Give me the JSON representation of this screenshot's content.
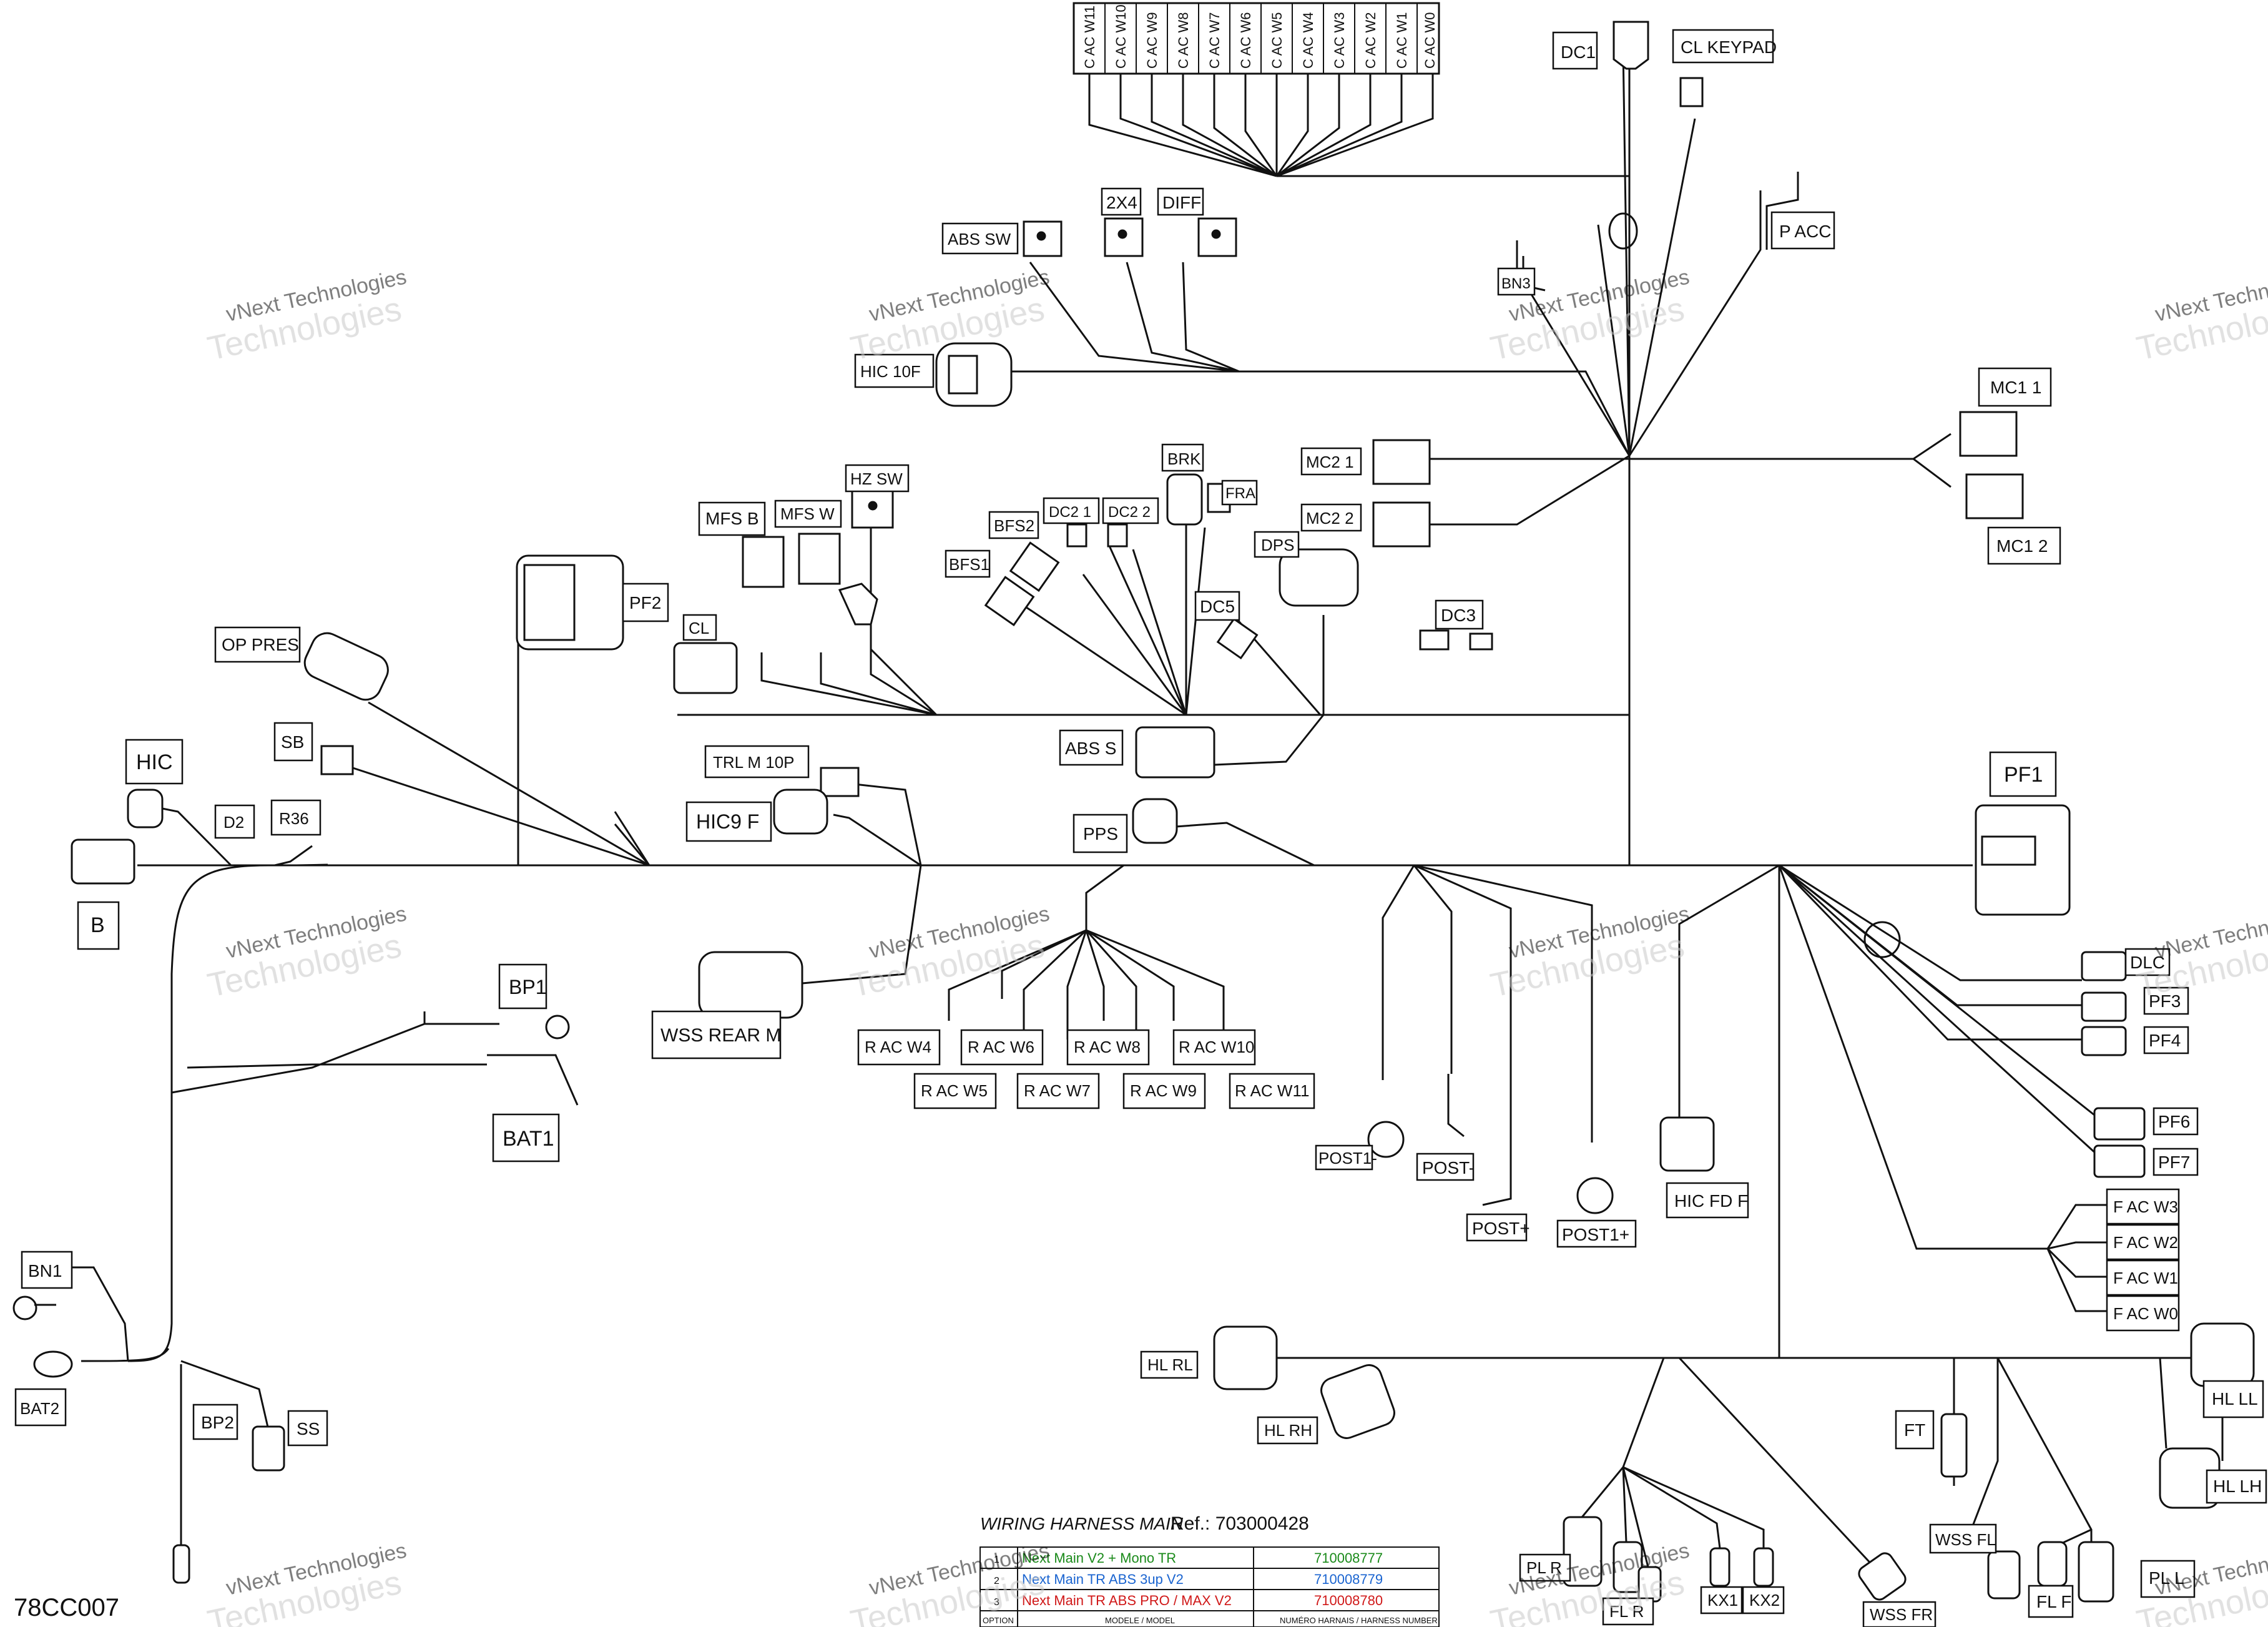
{
  "drawing_code": "78CC007",
  "watermark": {
    "line1": "vNext Technologies",
    "line2": "Technologies"
  },
  "title_block": {
    "title": "WIRING HARNESS  MAIN",
    "ref": "Ref.: 703000428",
    "rows": [
      {
        "option": "1",
        "model": "Next Main V2 + Mono TR",
        "number": "710008777",
        "color": "#1a8a1a"
      },
      {
        "option": "2",
        "model": "Next Main TR ABS 3up V2",
        "number": "710008779",
        "color": "#1a64d0"
      },
      {
        "option": "3",
        "model": "Next Main TR ABS PRO / MAX V2",
        "number": "710008780",
        "color": "#d01818"
      }
    ],
    "footer": {
      "option": "OPTION",
      "model": "MODELE / MODEL",
      "number": "NUMÉRO HARNAIS / HARNESS NUMBER"
    }
  },
  "c_ac_labels": [
    "C AC W11",
    "C AC W10",
    "C AC W9",
    "C AC W8",
    "C AC W7",
    "C AC W6",
    "C AC W5",
    "C AC W4",
    "C AC W3",
    "C AC W2",
    "C AC W1",
    "C AC W0"
  ],
  "r_ac_labels": [
    "R AC W4",
    "R AC W5",
    "R AC W6",
    "R AC W7",
    "R AC W8",
    "R AC W9",
    "R AC W10",
    "R AC W11"
  ],
  "f_ac_labels": [
    "F AC W3",
    "F AC W2",
    "F AC W1",
    "F AC W0"
  ],
  "labels": {
    "dc1": "DC1",
    "cl_keypad": "CL KEYPAD",
    "p_acc": "P ACC",
    "bn3": "BN3",
    "abs_sw": "ABS SW",
    "x2x4": "2X4",
    "diff": "DIFF",
    "hic_10f": "HIC 10F",
    "mc1_1": "MC1 1",
    "mc1_2": "MC1 2",
    "mc2_1": "MC2 1",
    "mc2_2": "MC2 2",
    "brk": "BRK",
    "fra": "FRA",
    "dc2_1": "DC2 1",
    "dc2_2": "DC2 2",
    "bfs2": "BFS2",
    "bfs1": "BFS1",
    "dps": "DPS",
    "dc5": "DC5",
    "dc3": "DC3",
    "hz_sw": "HZ SW",
    "mfs_b": "MFS B",
    "mfs_w": "MFS W",
    "pf2": "PF2",
    "cl": "CL",
    "op_pres": "OP PRES",
    "sb": "SB",
    "hic": "HIC",
    "d2": "D2",
    "r36": "R36",
    "b": "B",
    "abs_s": "ABS S",
    "trl_m_10p": "TRL M 10P",
    "hic9_f": "HIC9 F",
    "pps": "PPS",
    "pf1": "PF1",
    "dlc": "DLC",
    "pf3": "PF3",
    "pf4": "PF4",
    "pf6": "PF6",
    "pf7": "PF7",
    "wss_rear_m": "WSS REAR M",
    "bp1": "BP1",
    "bat1": "BAT1",
    "post1_minus": "POST1-",
    "post_minus": "POST-",
    "post_plus": "POST+",
    "post1_plus": "POST1+",
    "hic_fd_f": "HIC FD F",
    "bn1": "BN1",
    "bat2": "BAT2",
    "bp2": "BP2",
    "ss": "SS",
    "hl_rl": "HL RL",
    "hl_rh": "HL RH",
    "hl_ll": "HL LL",
    "hl_lh": "HL LH",
    "ft": "FT",
    "wss_fl": "WSS FL",
    "fl_f": "FL F",
    "pl_l": "PL L",
    "pl_r": "PL R",
    "wss_fr": "WSS FR",
    "kx1": "KX1",
    "kx2": "KX2",
    "fl_r": "FL R"
  }
}
